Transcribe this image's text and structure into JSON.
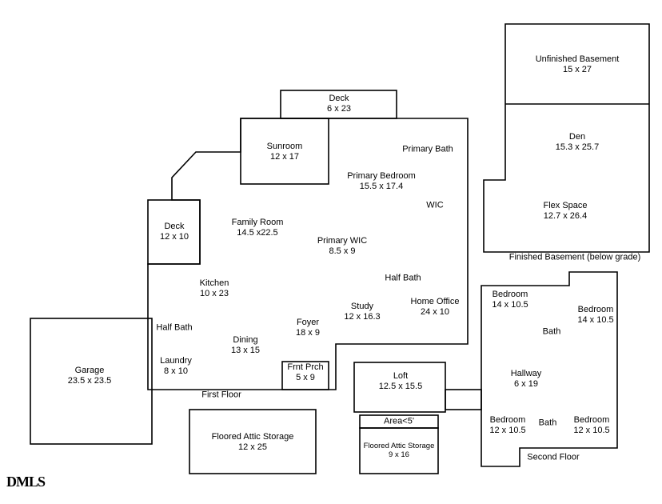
{
  "watermark": "DMLS",
  "colors": {
    "outline": "#000000",
    "background": "#ffffff"
  },
  "first_floor": {
    "title": "First Floor",
    "rooms": {
      "deck_top": {
        "name": "Deck",
        "dims": "6 x 23"
      },
      "sunroom": {
        "name": "Sunroom",
        "dims": "12 x 17"
      },
      "primary_bath": {
        "name": "Primary Bath"
      },
      "primary_bedroom": {
        "name": "Primary Bedroom",
        "dims": "15.5 x 17.4"
      },
      "wic": {
        "name": "WIC"
      },
      "deck_side": {
        "name": "Deck",
        "dims": "12 x 10"
      },
      "family_room": {
        "name": "Family Room",
        "dims": "14.5 x22.5"
      },
      "primary_wic": {
        "name": "Primary WIC",
        "dims": "8.5 x 9"
      },
      "kitchen": {
        "name": "Kitchen",
        "dims": "10 x 23"
      },
      "half_bath_right": {
        "name": "Half Bath"
      },
      "home_office": {
        "name": "Home Office",
        "dims": "24 x 10"
      },
      "study": {
        "name": "Study",
        "dims": "12 x 16.3"
      },
      "foyer": {
        "name": "Foyer",
        "dims": "18 x 9"
      },
      "half_bath_left": {
        "name": "Half Bath"
      },
      "dining": {
        "name": "Dining",
        "dims": "13 x 15"
      },
      "laundry": {
        "name": "Laundry",
        "dims": "8 x 10"
      },
      "front_porch": {
        "name": "Frnt Prch",
        "dims": "5 x 9"
      },
      "garage": {
        "name": "Garage",
        "dims": "23.5 x 23.5"
      },
      "attic_storage": {
        "name": "Floored Attic Storage",
        "dims": "12 x 25"
      }
    }
  },
  "basement": {
    "title": "Finished Basement (below grade)",
    "rooms": {
      "unfinished_basement": {
        "name": "Unfinished Basement",
        "dims": "15 x 27"
      },
      "den": {
        "name": "Den",
        "dims": "15.3 x 25.7"
      },
      "flex_space": {
        "name": "Flex Space",
        "dims": "12.7 x 26.4"
      }
    }
  },
  "second_floor": {
    "title": "Second Floor",
    "rooms": {
      "bedroom_top_left": {
        "name": "Bedroom",
        "dims": "14 x 10.5"
      },
      "bedroom_top_right": {
        "name": "Bedroom",
        "dims": "14 x 10.5"
      },
      "bath_top": {
        "name": "Bath"
      },
      "hallway": {
        "name": "Hallway",
        "dims": "6 x 19"
      },
      "loft": {
        "name": "Loft",
        "dims": "12.5 x 15.5"
      },
      "area_under_5": {
        "name": "Area<5'"
      },
      "attic_storage": {
        "name": "Floored Attic Storage",
        "dims": "9 x 16"
      },
      "bedroom_bottom_left": {
        "name": "Bedroom",
        "dims": "12 x 10.5"
      },
      "bath_bottom": {
        "name": "Bath"
      },
      "bedroom_bottom_right": {
        "name": "Bedroom",
        "dims": "12 x 10.5"
      }
    }
  }
}
